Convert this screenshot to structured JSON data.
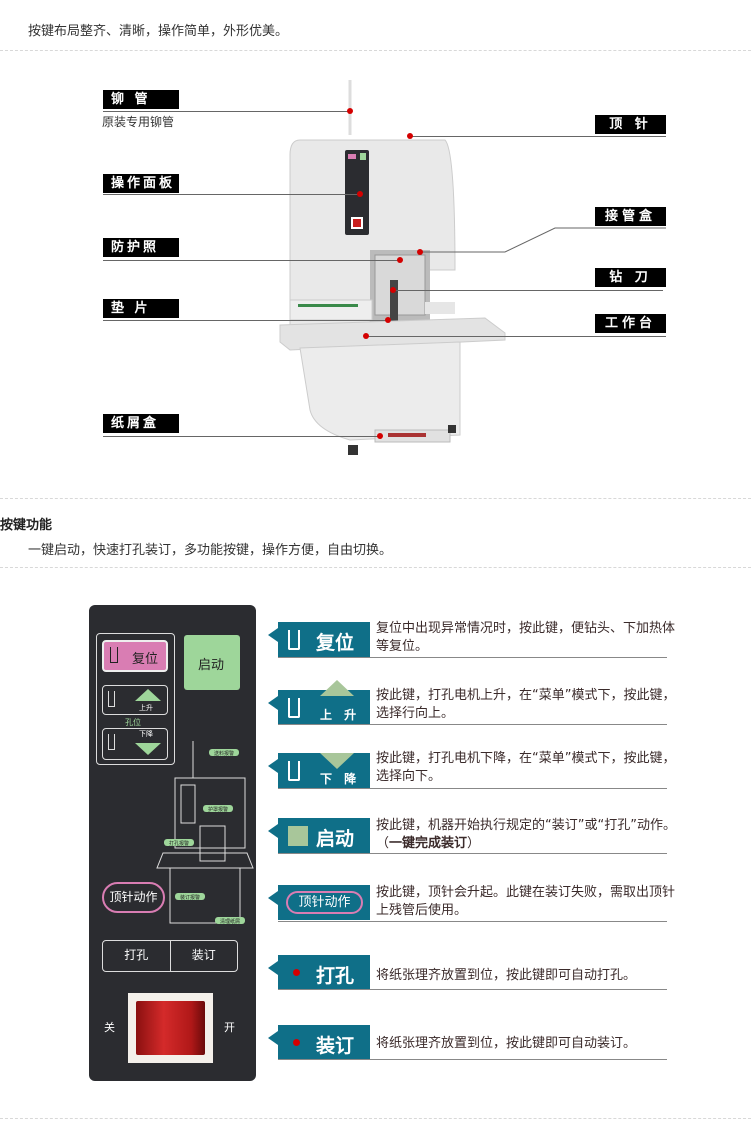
{
  "intro": "按键布局整齐、清晰，操作简单，外形优美。",
  "machine_labels": {
    "rivet_tube": "铆 管",
    "rivet_tube_note": "原装专用铆管",
    "control_panel": "操作面板",
    "guard": "防护照",
    "pad": "垫 片",
    "scrap_box": "纸屑盒",
    "top_pin": "顶 针",
    "tube_box": "接管盒",
    "drill": "钻 刀",
    "worktable": "工作台"
  },
  "section": {
    "title": "按键功能",
    "subtitle": "一键启动，快速打孔装订，多功能按键，操作方便，自由切换。"
  },
  "panel": {
    "reset": "复位",
    "start": "启动",
    "up": "上升",
    "hole_pos": "孔位",
    "down": "下降",
    "alarm_feed": "送料报警",
    "alarm_guard": "护罩报警",
    "alarm_punch": "打孔报警",
    "alarm_bind": "装订报警",
    "alarm_clean": "清理纸屑",
    "pin_action": "顶针动作",
    "punch": "打孔",
    "bind": "装订",
    "off": "关",
    "on": "开"
  },
  "functions": [
    {
      "label": "复位",
      "desc": "复位中出现异常情况时，按此键，便钻头、下加热体等复位。"
    },
    {
      "label": "上 升",
      "desc": "按此键，打孔电机上升，在“菜单”模式下，按此键，选择行向上。"
    },
    {
      "label": "下 降",
      "desc": "按此键，打孔电机下降，在“菜单”模式下，按此键，选择向下。"
    },
    {
      "label": "启动",
      "desc": "按此键，机器开始执行规定的“装订”或“打孔”动作。（",
      "desc_bold": "一键完成装订",
      "desc_end": "）"
    },
    {
      "label": "顶针动作",
      "desc": "按此键，顶针会升起。此键在装订失败，需取出顶针上残管后使用。"
    },
    {
      "label": "打孔",
      "desc": "将纸张理齐放置到位，按此键即可自动打孔。"
    },
    {
      "label": "装订",
      "desc": "将纸张理齐放置到位，按此键即可自动装订。"
    }
  ],
  "colors": {
    "tab": "#0f6f88",
    "reset": "#d97db3",
    "start": "#9ed69a",
    "switch": "#c81e1e"
  }
}
